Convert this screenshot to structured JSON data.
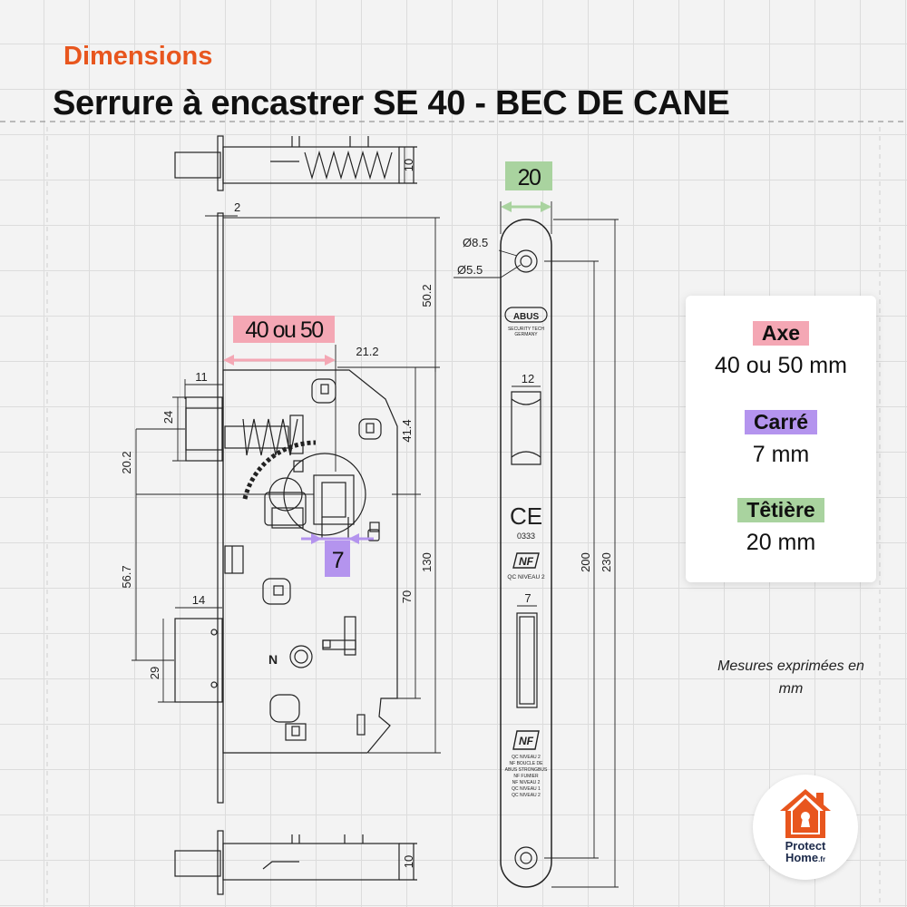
{
  "header": {
    "section": "Dimensions",
    "title": "Serrure à encastrer SE 40 - BEC DE CANE"
  },
  "callouts": {
    "backset": "40 ou 50",
    "square": "7",
    "faceplate": "20"
  },
  "dimensions": {
    "top_view_thickness": "10",
    "bottom_view_thickness": "10",
    "plate_thickness": "2",
    "height_top": "50.2",
    "height_case": "130",
    "height_200": "200",
    "height_230": "230",
    "offset_21_2": "21.2",
    "offset_41_4": "41.4",
    "offset_70": "70",
    "latch_11": "11",
    "latch_24": "24",
    "latch_20_2": "20.2",
    "spacing_56_7": "56.7",
    "bolt_14": "14",
    "bolt_29": "29",
    "hole_large": "Ø8.5",
    "hole_small": "Ø5.5",
    "faceplate_slot_12": "12",
    "faceplate_slot_7": "7"
  },
  "faceplate_marks": {
    "brand": "ABUS",
    "brand_sub1": "SECURITY TECH",
    "brand_sub2": "GERMANY",
    "ce": "CE",
    "ce_number": "0333",
    "nf": "NF",
    "nf_sub": "QC NIVEAU 2",
    "nf2": "NF",
    "nf2_lines": [
      "QC NIVEAU 2",
      "NF BOUCLE DE",
      "ABUS STRONGBUS",
      "NF FUMIER",
      "NF NIVEAU 2",
      "QC NIVEAU 1",
      "QC NIVEAU 2"
    ]
  },
  "drawing_marks": {
    "n_mark": "N"
  },
  "specs": [
    {
      "label": "Axe",
      "value": "40 ou 50 mm"
    },
    {
      "label": "Carré",
      "value": "7 mm"
    },
    {
      "label": "Têtière",
      "value": "20 mm"
    }
  ],
  "note": "Mesures exprimées en mm",
  "logo": {
    "line1": "Protect",
    "line2": "Home",
    "suffix": ".fr"
  },
  "colors": {
    "heading": "#e8561e",
    "axe": "#f4a7b4",
    "carre": "#b494ee",
    "tetiere": "#a9d39f",
    "logo_house": "#e8561e",
    "logo_text": "#1c2a4a"
  }
}
